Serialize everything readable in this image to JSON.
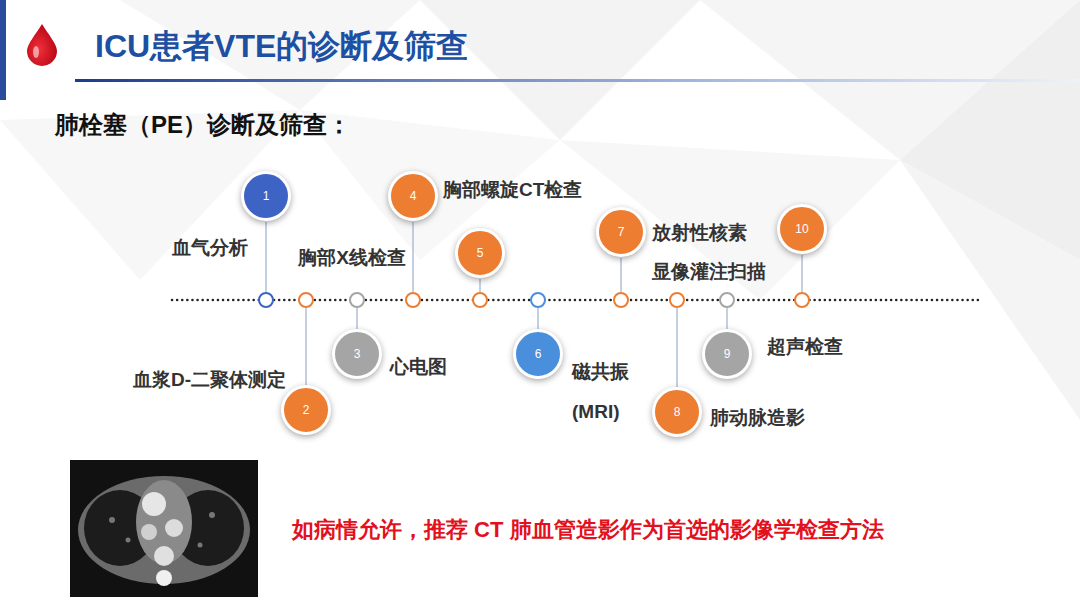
{
  "diagram": {
    "title": "ICU患者VTE的诊断及筛查",
    "caption": "如病情允许，推荐 CT 肺血管造影作为首选的影像学检查方法",
    "nodes": [
      {
        "text": [
          "1",
          "血气分析"
        ]
      },
      {
        "text": [
          "2",
          "血浆D-二聚体测定"
        ]
      },
      {
        "text": [
          "3",
          "心电图"
        ]
      },
      {
        "text": [
          "4",
          "胸部螺旋CT检查"
        ]
      },
      {
        "text": [
          "5"
        ]
      },
      {
        "text": [
          "6",
          "磁共振 (MRI)"
        ]
      },
      {
        "text": [
          "7",
          "放射性核素 显像灌注扫描"
        ]
      },
      {
        "text": [
          "8",
          "肺动脉造影"
        ]
      },
      {
        "text": [
          "9",
          "超声检查"
        ]
      },
      {
        "text": [
          "10"
        ]
      }
    ],
    "labels": [
      "肺栓塞（PE）诊断及筛查：",
      "胸部X线检查"
    ]
  }
}
